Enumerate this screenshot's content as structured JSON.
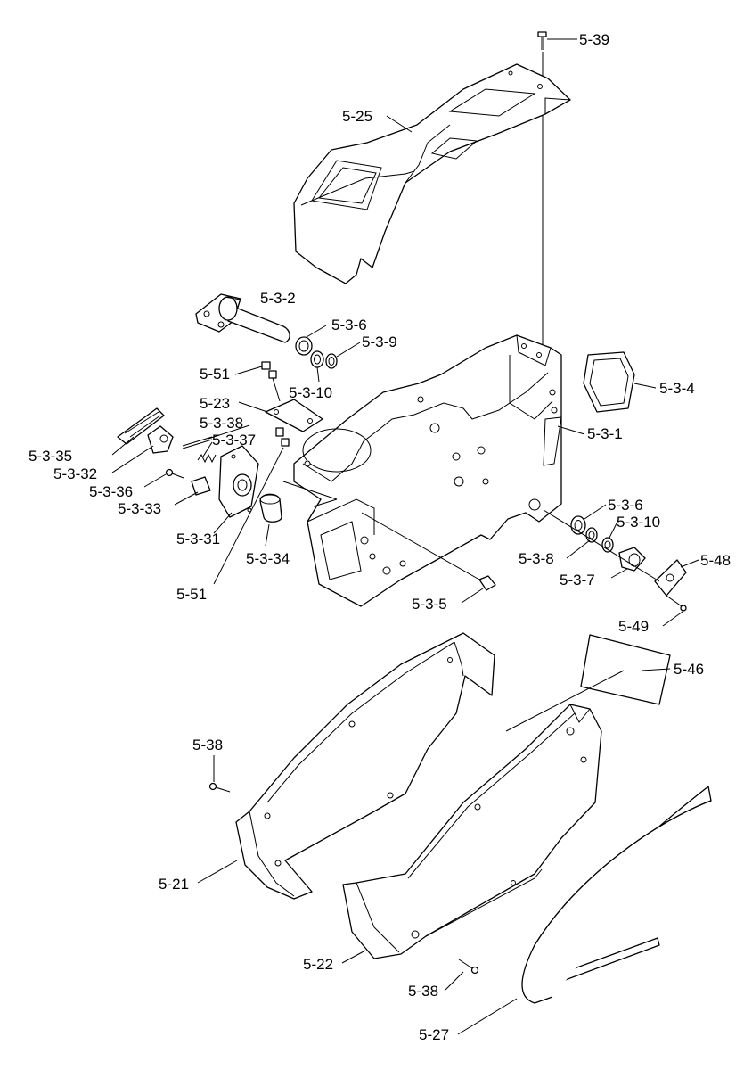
{
  "labels": {
    "p5_39": "5-39",
    "p5_25": "5-25",
    "p5_3_2": "5-3-2",
    "p5_3_6_top": "5-3-6",
    "p5_3_9": "5-3-9",
    "p5_51_top": "5-51",
    "p5_3_10_top": "5-3-10",
    "p5_3_4": "5-3-4",
    "p5_23": "5-23",
    "p5_3_38": "5-3-38",
    "p5_3_37": "5-3-37",
    "p5_3_1": "5-3-1",
    "p5_3_35": "5-3-35",
    "p5_3_32": "5-3-32",
    "p5_3_36": "5-3-36",
    "p5_3_33": "5-3-33",
    "p5_3_31": "5-3-31",
    "p5_3_34": "5-3-34",
    "p5_51_bottom": "5-51",
    "p5_3_6_bottom": "5-3-6",
    "p5_3_10_bottom": "5-3-10",
    "p5_3_8": "5-3-8",
    "p5_48": "5-48",
    "p5_3_7": "5-3-7",
    "p5_3_5": "5-3-5",
    "p5_49": "5-49",
    "p5_46": "5-46",
    "p5_38_left": "5-38",
    "p5_21": "5-21",
    "p5_22": "5-22",
    "p5_38_bottom": "5-38",
    "p5_27": "5-27"
  }
}
